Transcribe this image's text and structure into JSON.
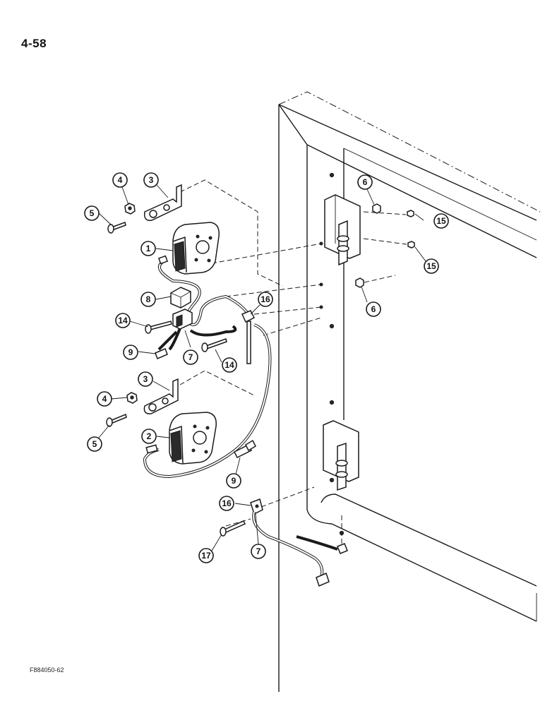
{
  "page_number": "4-58",
  "figure_code": "F884050-62",
  "callouts": [
    {
      "num": "4"
    },
    {
      "num": "3"
    },
    {
      "num": "5"
    },
    {
      "num": "1"
    },
    {
      "num": "8"
    },
    {
      "num": "14"
    },
    {
      "num": "9"
    },
    {
      "num": "7"
    },
    {
      "num": "16"
    },
    {
      "num": "14"
    },
    {
      "num": "6"
    },
    {
      "num": "15"
    },
    {
      "num": "15"
    },
    {
      "num": "6"
    },
    {
      "num": "3"
    },
    {
      "num": "4"
    },
    {
      "num": "5"
    },
    {
      "num": "2"
    },
    {
      "num": "9"
    },
    {
      "num": "16"
    },
    {
      "num": "17"
    },
    {
      "num": "7"
    }
  ]
}
